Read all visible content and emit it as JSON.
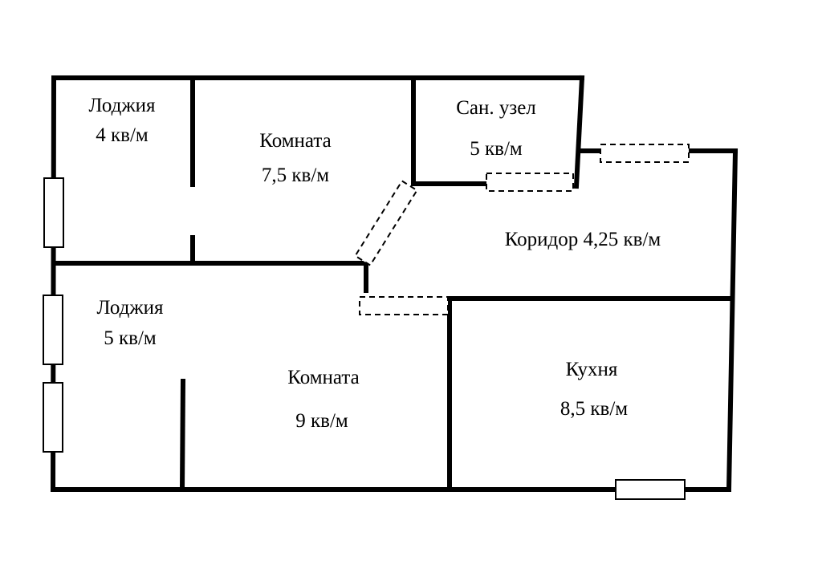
{
  "rooms": [
    {
      "id": "loggia-top",
      "name": "Лоджия",
      "area": "4 кв/м"
    },
    {
      "id": "room-top",
      "name": "Комната",
      "area": "7,5 кв/м"
    },
    {
      "id": "bathroom",
      "name": "Сан. узел",
      "area": "5 кв/м"
    },
    {
      "id": "corridor",
      "label": "Коридор 4,25 кв/м"
    },
    {
      "id": "loggia-bottom",
      "name": "Лоджия",
      "area": "5 кв/м"
    },
    {
      "id": "room-bottom",
      "name": "Комната",
      "area": "9 кв/м"
    },
    {
      "id": "kitchen",
      "name": "Кухня",
      "area": "8,5 кв/м"
    }
  ],
  "colors": {
    "wall": "#000000",
    "background": "#ffffff"
  }
}
